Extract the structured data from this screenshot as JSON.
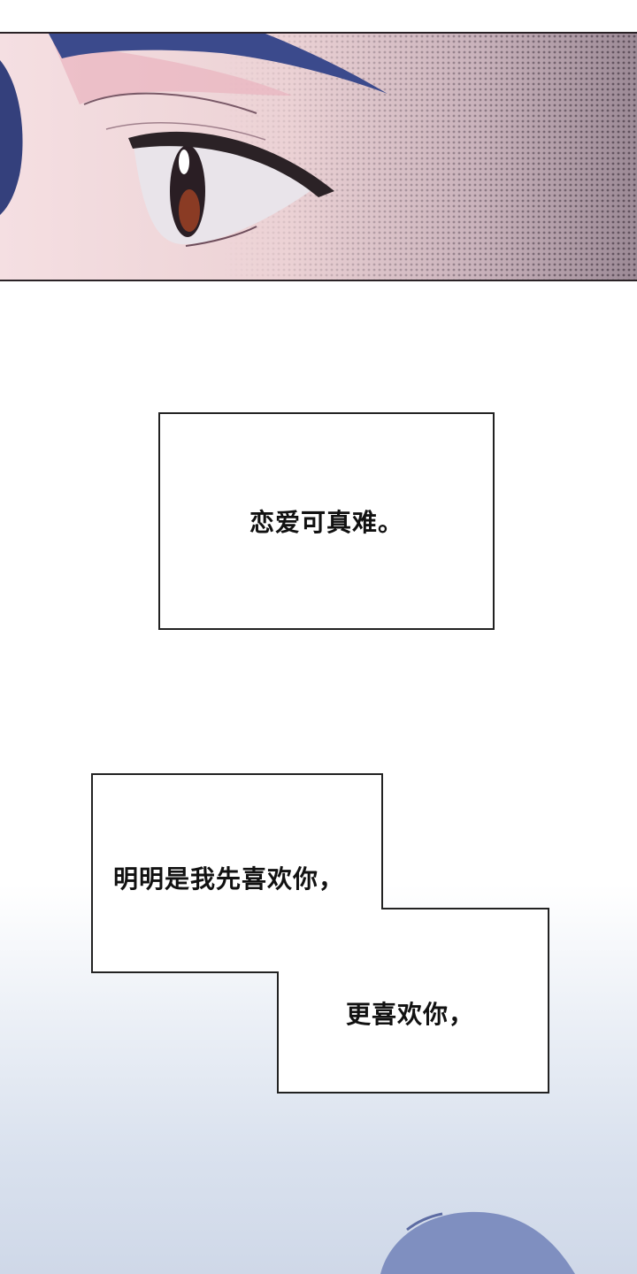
{
  "panels": {
    "caption_1": "恋爱可真难。",
    "caption_2_line_1": "明明是我先喜欢你，",
    "caption_2_line_2": "更喜欢你，"
  },
  "colors": {
    "skin": "#f3d9dd",
    "hair": "#3b4a8c",
    "screen_tone": "#8a7a86",
    "iris": "#8a3b24",
    "bottom_haze": "#d9e1ee"
  }
}
